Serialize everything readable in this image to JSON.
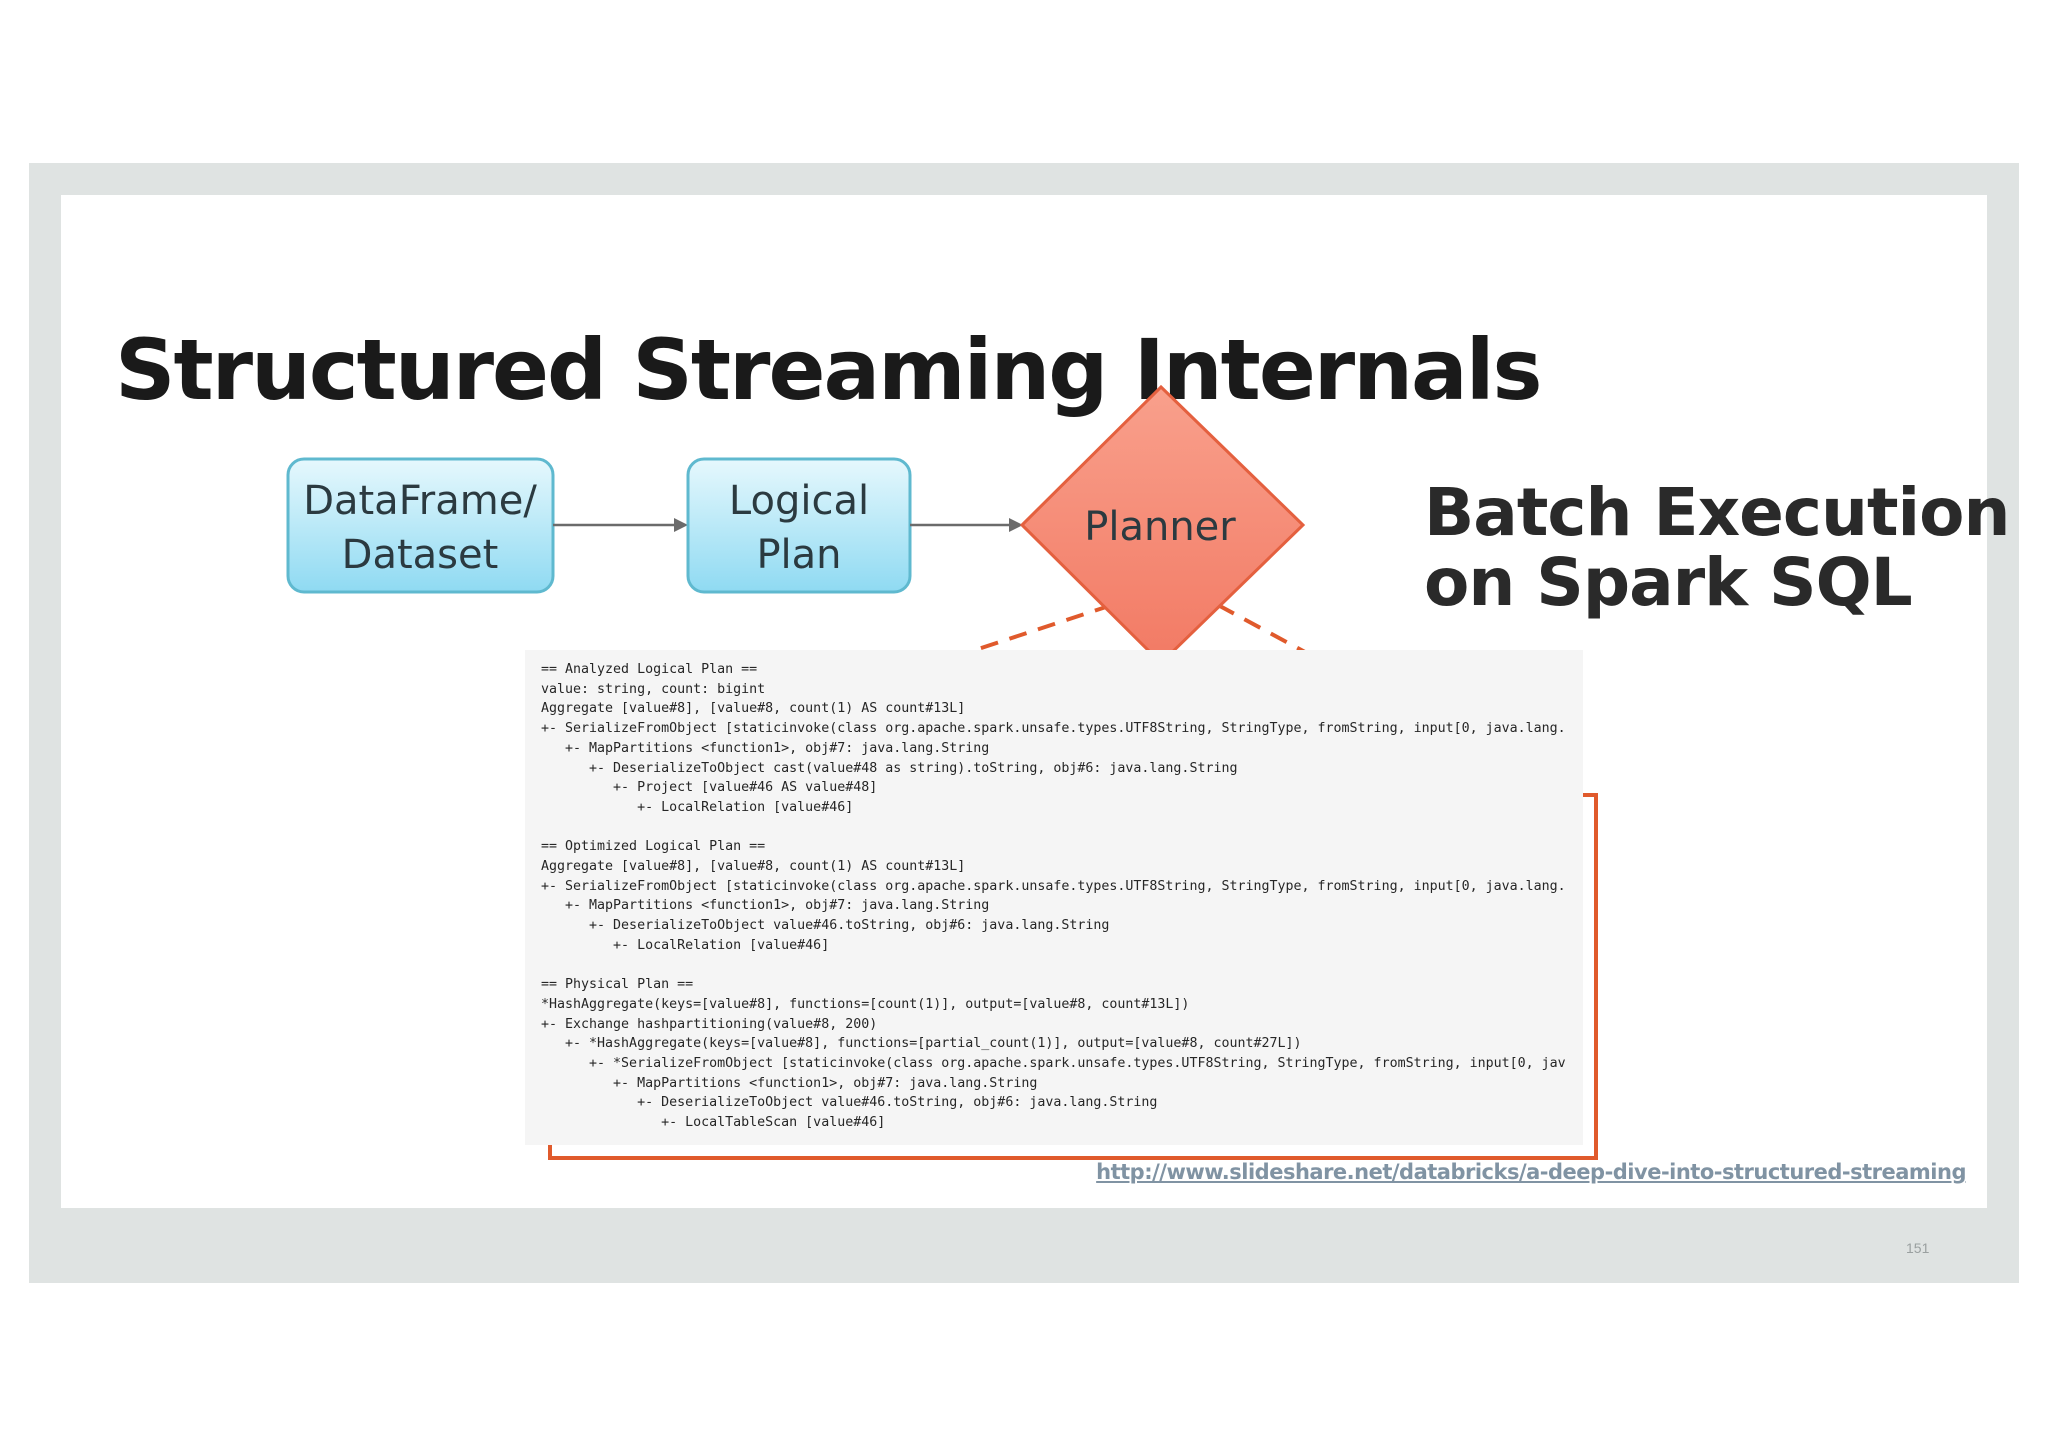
{
  "slide": {
    "title": "Structured Streaming Internals",
    "subtitle_line1": "Batch Execution",
    "subtitle_line2": "on Spark SQL",
    "source_link": "http://www.slideshare.net/databricks/a-deep-dive-into-structured-streaming",
    "page_number": "151"
  },
  "diagram": {
    "nodes": [
      {
        "line1": "DataFrame/",
        "line2": "Dataset"
      },
      {
        "line1": "Logical",
        "line2": "Plan"
      },
      {
        "line1": "Planner"
      }
    ],
    "colors": {
      "box_fill_top": "#e6f8fd",
      "box_fill_bottom": "#8fdaf2",
      "box_stroke": "#5fb9cf",
      "planner_fill": "#f5806c",
      "planner_stroke": "#e4603f",
      "arrow": "#6b6b6b",
      "dashed_border": "#e05a2c"
    }
  },
  "code": {
    "lines": [
      "== Analyzed Logical Plan ==",
      "value: string, count: bigint",
      "Aggregate [value#8], [value#8, count(1) AS count#13L]",
      "+- SerializeFromObject [staticinvoke(class org.apache.spark.unsafe.types.UTF8String, StringType, fromString, input[0, java.lang.",
      "   +- MapPartitions <function1>, obj#7: java.lang.String",
      "      +- DeserializeToObject cast(value#48 as string).toString, obj#6: java.lang.String",
      "         +- Project [value#46 AS value#48]",
      "            +- LocalRelation [value#46]",
      "",
      "== Optimized Logical Plan ==",
      "Aggregate [value#8], [value#8, count(1) AS count#13L]",
      "+- SerializeFromObject [staticinvoke(class org.apache.spark.unsafe.types.UTF8String, StringType, fromString, input[0, java.lang.",
      "   +- MapPartitions <function1>, obj#7: java.lang.String",
      "      +- DeserializeToObject value#46.toString, obj#6: java.lang.String",
      "         +- LocalRelation [value#46]",
      "",
      "== Physical Plan ==",
      "*HashAggregate(keys=[value#8], functions=[count(1)], output=[value#8, count#13L])",
      "+- Exchange hashpartitioning(value#8, 200)",
      "   +- *HashAggregate(keys=[value#8], functions=[partial_count(1)], output=[value#8, count#27L])",
      "      +- *SerializeFromObject [staticinvoke(class org.apache.spark.unsafe.types.UTF8String, StringType, fromString, input[0, jav",
      "         +- MapPartitions <function1>, obj#7: java.lang.String",
      "            +- DeserializeToObject value#46.toString, obj#6: java.lang.String",
      "               +- LocalTableScan [value#46]"
    ]
  }
}
